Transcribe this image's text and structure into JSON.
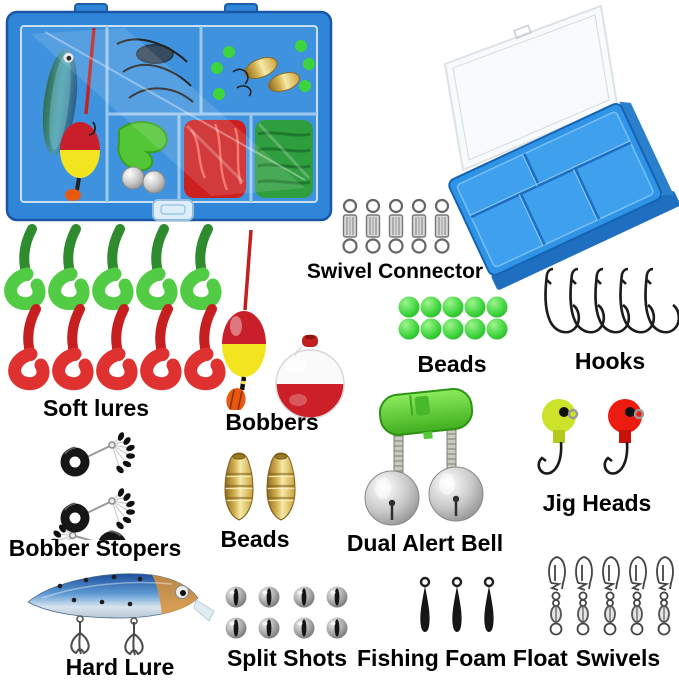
{
  "page": {
    "background": "#ffffff",
    "description": "Fishing tackle accessories kit product collage"
  },
  "labels": {
    "swivel_connector": "Swivel Connector",
    "soft_lures": "Soft lures",
    "bobbers": "Bobbers",
    "beads_green": "Beads",
    "hooks": "Hooks",
    "jig_heads": "Jig Heads",
    "dual_alert_bell": "Dual Alert Bell",
    "bobber_stopers": "Bobber Stopers",
    "beads_gold": "Beads",
    "hard_lure": "Hard Lure",
    "split_shots": "Split Shots",
    "fishing_foam_float": "Fishing Foam Float",
    "swivels": "Swivels"
  },
  "items": {
    "filled_tackle_box": {
      "compartments": 6,
      "box_color": "#2f86d8"
    },
    "empty_tackle_box": {
      "compartments": 6,
      "box_color": "#2f94e6",
      "lid": "clear"
    },
    "swivel_connectors": {
      "count": 5,
      "color": "#8a8a8a"
    },
    "soft_lures": {
      "green_count": 5,
      "red_count": 5,
      "green": "#52cc44",
      "red": "#e03131"
    },
    "bobbers": {
      "count": 2,
      "types": [
        "pencil red/yellow",
        "round red/white"
      ]
    },
    "beads_green": {
      "count": 10,
      "color": "#3ed43e"
    },
    "hooks": {
      "count": 5,
      "color": "#1c1c1c"
    },
    "jig_heads": {
      "count": 2,
      "colors": [
        "#cde22a",
        "#ec1d10"
      ]
    },
    "dual_alert_bell": {
      "count": 1,
      "clamp_color": "#55c434",
      "bell_color": "#c9c9c9"
    },
    "bobber_stopers": {
      "count": 3,
      "color": "#161616"
    },
    "beads_gold": {
      "count": 2,
      "color": "#d4b254"
    },
    "hard_lure": {
      "count": 1,
      "colors": [
        "#2864b4",
        "#d8903a",
        "#e8eef4"
      ]
    },
    "split_shots": {
      "count": 8,
      "color": "#8a8a8a"
    },
    "fishing_foam_floats": {
      "count": 3,
      "color": "#161616"
    },
    "swivels": {
      "count": 5,
      "color": "#444444"
    }
  }
}
